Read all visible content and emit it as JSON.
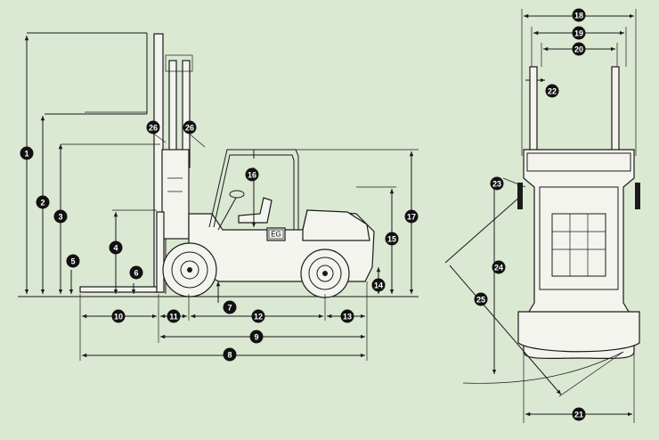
{
  "diagram": {
    "background": "#dbe8d2",
    "line_color": "#1a1a1a",
    "callouts": [
      "1",
      "2",
      "3",
      "4",
      "5",
      "6",
      "7",
      "8",
      "9",
      "10",
      "11",
      "12",
      "13",
      "14",
      "15",
      "16",
      "17",
      "18",
      "19",
      "20",
      "21",
      "22",
      "23",
      "24",
      "25",
      "26",
      "26"
    ],
    "cab_mark": "EG"
  }
}
